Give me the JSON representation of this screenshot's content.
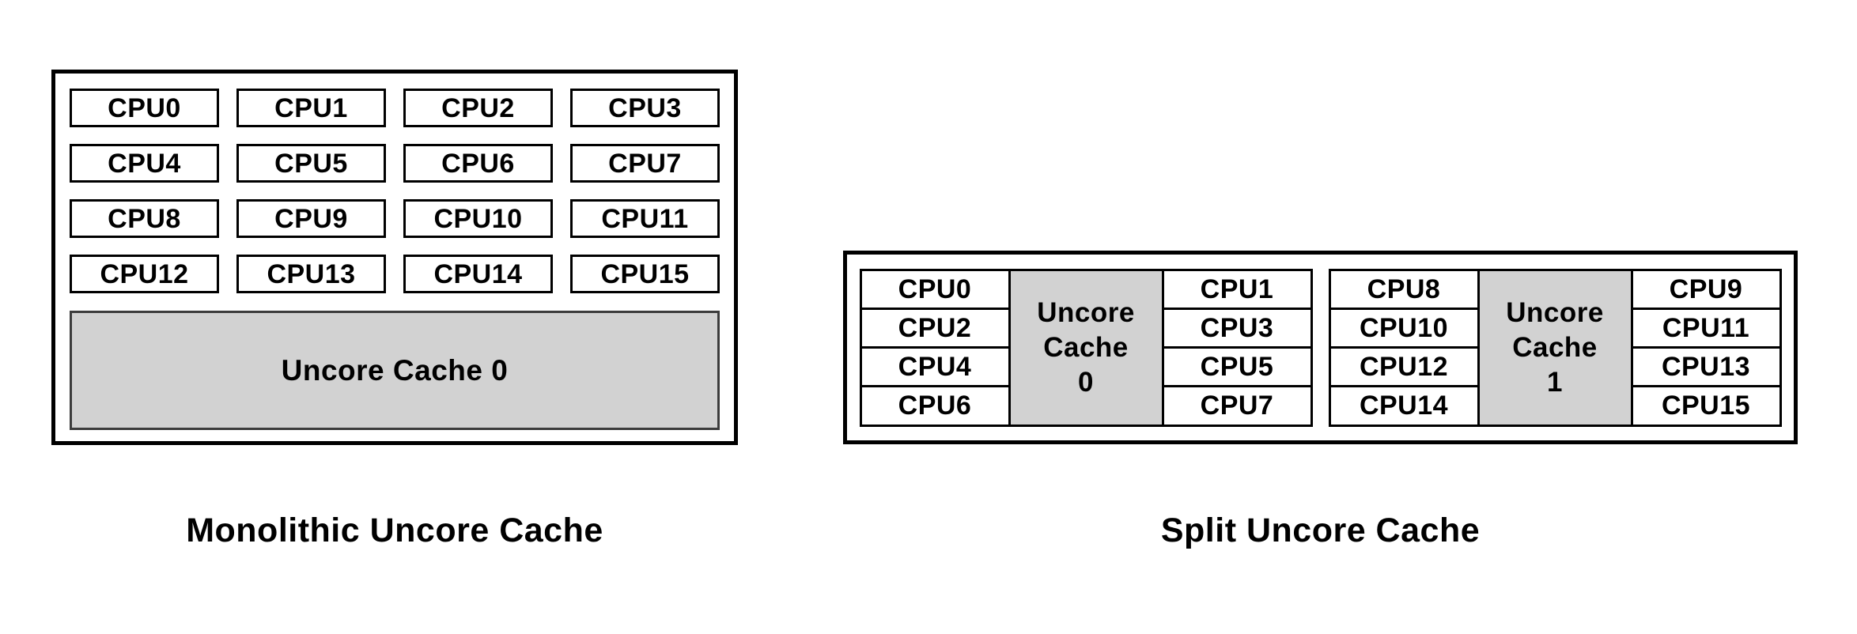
{
  "diagrams": {
    "monolithic": {
      "caption": "Monolithic Uncore Cache",
      "cpus": [
        "CPU0",
        "CPU1",
        "CPU2",
        "CPU3",
        "CPU4",
        "CPU5",
        "CPU6",
        "CPU7",
        "CPU8",
        "CPU9",
        "CPU10",
        "CPU11",
        "CPU12",
        "CPU13",
        "CPU14",
        "CPU15"
      ],
      "cache_label": "Uncore Cache 0"
    },
    "split": {
      "caption": "Split Uncore Cache",
      "groups": [
        {
          "left_cpus": [
            "CPU0",
            "CPU2",
            "CPU4",
            "CPU6"
          ],
          "cache_label_lines": [
            "Uncore",
            "Cache",
            "0"
          ],
          "right_cpus": [
            "CPU1",
            "CPU3",
            "CPU5",
            "CPU7"
          ]
        },
        {
          "left_cpus": [
            "CPU8",
            "CPU10",
            "CPU12",
            "CPU14"
          ],
          "cache_label_lines": [
            "Uncore",
            "Cache",
            "1"
          ],
          "right_cpus": [
            "CPU9",
            "CPU11",
            "CPU13",
            "CPU15"
          ]
        }
      ]
    }
  },
  "colors": {
    "cache_fill": "#d2d2d2",
    "border": "#000000",
    "background": "#ffffff",
    "text": "#000000"
  }
}
